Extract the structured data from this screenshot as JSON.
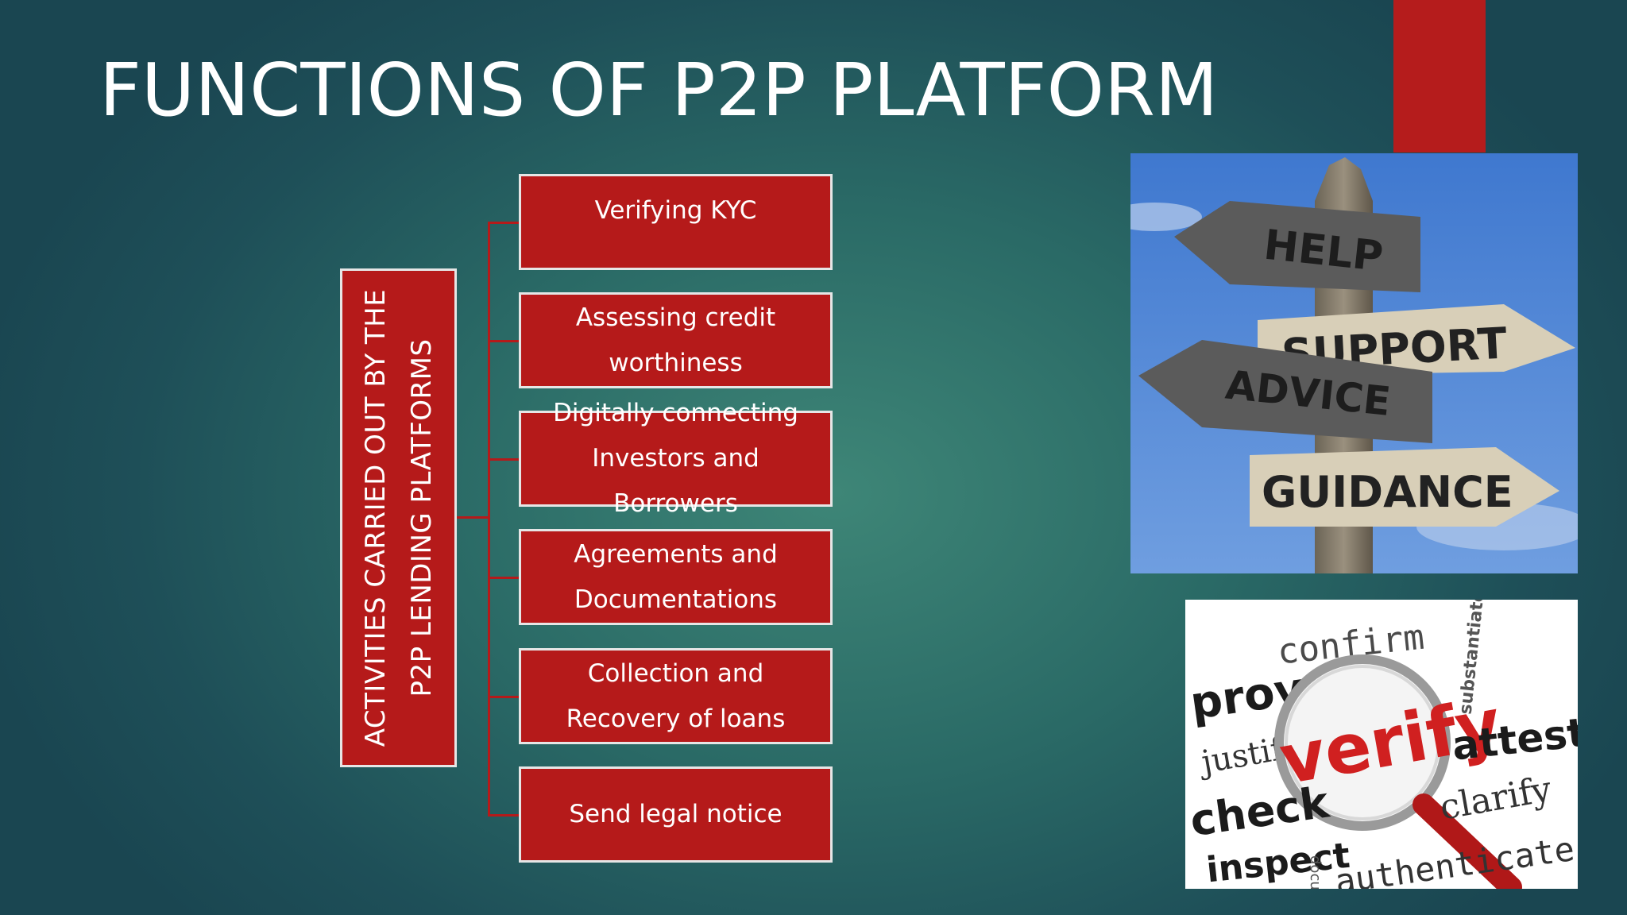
{
  "slide": {
    "title": "FUNCTIONS OF P2P PLATFORM"
  },
  "diagram": {
    "root_label": "ACTIVITIES CARRIED OUT BY THE P2P LENDING PLATFORMS",
    "items": [
      "Verifying KYC",
      "Assessing credit worthiness",
      "Digitally connecting Investors and Borrowers",
      "Agreements and Documentations",
      "Collection and Recovery of loans",
      "Send legal notice"
    ]
  },
  "images": {
    "signpost": {
      "signs": [
        "HELP",
        "SUPPORT",
        "ADVICE",
        "GUIDANCE"
      ]
    },
    "wordcloud": {
      "words": [
        "confirm",
        "substantiate",
        "prove",
        "justify",
        "verify",
        "attest",
        "check",
        "clarify",
        "inspect",
        "authenticate",
        "docu"
      ]
    }
  },
  "colors": {
    "accent_red": "#b51a1a",
    "background_teal": "#2a6a66",
    "box_border": "#e6e6e6"
  }
}
